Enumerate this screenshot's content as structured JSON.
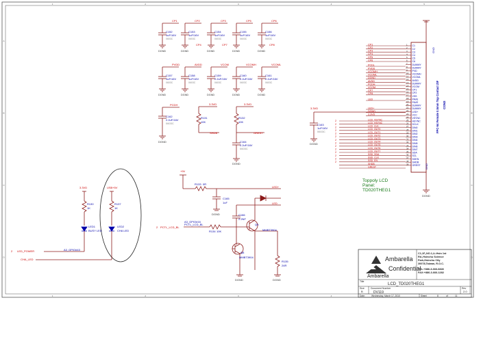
{
  "colors": {
    "wire": "#8b1a1a",
    "label": "#cc0000",
    "part": "#0000aa",
    "net": "#00008b",
    "text_green": "#1a7a1a",
    "frame": "#333333",
    "pin": "#222222"
  },
  "capacitors_row1": [
    {
      "ref": "C152",
      "val": "1uF/16V",
      "pkg": "0603C",
      "net": "CP1"
    },
    {
      "ref": "C153",
      "val": "1uF/16V",
      "pkg": "0603C",
      "net": "CP2"
    },
    {
      "ref": "C154",
      "val": "1uF/16V",
      "pkg": "0603C",
      "net": "CP3"
    },
    {
      "ref": "C155",
      "val": "1uF/16V",
      "pkg": "0603C",
      "net": "CP5"
    },
    {
      "ref": "C156",
      "val": "1uF/16V",
      "pkg": "0603C",
      "net": "CP6"
    }
  ],
  "row1_sub_nets": [
    "CP4",
    "CP7",
    "CP8"
  ],
  "capacitors_row2": [
    {
      "ref": "C157",
      "val": "1uF/16V",
      "pkg": "0603C",
      "net": "PVDD"
    },
    {
      "ref": "C158",
      "val": "1uF/16V",
      "pkg": "0603C",
      "net": "AVDD"
    },
    {
      "ref": "C159",
      "val": "2.2uF/16V",
      "pkg": "0603C",
      "net": "VCOM"
    },
    {
      "ref": "C160",
      "val": "2.2uF/16V",
      "pkg": "0603C",
      "net": "VCOMH"
    },
    {
      "ref": "C161",
      "val": "2.2uF/16V",
      "pkg": "0603C",
      "net": "VCOML"
    }
  ],
  "row3": {
    "c162": {
      "ref": "C162",
      "val": "2.2uF/16V",
      "pkg": "0603C",
      "net": "PCDH"
    },
    "r131": {
      "ref": "R131",
      "val": "10K",
      "pwr": "3.3VD",
      "net": "SHDB"
    },
    "r132": {
      "ref": "R132",
      "val": "10K",
      "pwr": "3.3VD",
      "net": "GREST"
    },
    "c164": {
      "ref": "C164",
      "val": "2.2uF/16V",
      "pkg": "0603C"
    }
  },
  "c163": {
    "ref": "C163",
    "val": "1uF/16V",
    "pkg": "0603C",
    "pwr": "3.3VD"
  },
  "ground_label": "DGND",
  "connector": {
    "side_label": "FPC-54 Female 0.5mm Top Contact ZIF",
    "ref": "CON3",
    "gnd_top": "GND",
    "gnd_bottom": "GND",
    "pins": [
      "C1",
      "C2",
      "C3",
      "C4",
      "C5",
      "C6",
      "DUMMY",
      "DUMMY",
      "PVD",
      "VCOMH",
      "VCOML",
      "AVDD",
      "DUMMY",
      "VCOM",
      "CP1",
      "CP2",
      "VSS",
      "PAVE",
      "PAVE",
      "DUMMY",
      "DUMMY",
      "LED+",
      "VCC",
      "VSYNC",
      "HSYNC",
      "DCLK",
      "DIN0",
      "DIN1",
      "DIN2",
      "DIN3",
      "DIN4",
      "DIN5",
      "DIN6",
      "DIN7",
      "SDA",
      "SCL",
      "SDEN",
      "SHDB",
      "GREST"
    ],
    "net_labels": [
      "CP1",
      "CP2",
      "CP3",
      "CP4",
      "CP5",
      "CP6",
      "PCDL",
      "PVDD",
      "VCOMH",
      "VCOML",
      "DGND",
      "AVDD",
      "PCDH",
      "VCOM",
      "CP7",
      "CP8",
      "LED",
      "LED+",
      "DGND",
      "3.3VD"
    ],
    "bus_labels": [
      "LCD_VSYNC",
      "LCD_HSYNC",
      "LCD_CLK",
      "LCD_OUT0",
      "LCD_OUT1",
      "LCD_OUT2",
      "LCD_OUT3",
      "LCD_OUT4",
      "LCD_OUT5",
      "LCD_OUT6",
      "LCD_OUT7",
      "SSD_SDA",
      "SSD_CLK",
      "SSD_EN",
      "SHDB",
      "GREST"
    ]
  },
  "panel_text": {
    "line1": "Toppoly LCD",
    "line2": "Panel:",
    "line3": "TD020THEG1"
  },
  "backlight": {
    "plus9v": "+9V",
    "r133": {
      "ref": "R133",
      "val": "0R"
    },
    "c165": {
      "ref": "C165",
      "val": "1uF"
    },
    "c166": {
      "ref": "C166",
      "val": "2.2NF"
    },
    "q9": {
      "ref": "Q9",
      "val": "MMBT3904"
    },
    "q8": {
      "ref": "Q8",
      "val": "MMBT3904"
    },
    "r134": {
      "ref": "R134",
      "val": "10K"
    },
    "r135": {
      "ref": "R135",
      "val": "24R"
    },
    "led_net": "LED+",
    "led2_net": "LED",
    "gpio_note": "A3_GPIO#16",
    "pctl_note": "PCTL_LCD_BL",
    "pctl_net": "PCTL_LCD_BL",
    "pctl_pin": "2"
  },
  "leds": {
    "pwr1": "3.3VD",
    "pwr2": "USB+5V",
    "r130": {
      "ref": "R130",
      "val": "1K"
    },
    "r137": {
      "ref": "R137",
      "val": "1K"
    },
    "led1": {
      "ref": "LED1",
      "val": "BUSY LED"
    },
    "led2": {
      "ref": "LED2",
      "val": "CHA LED"
    },
    "led_power_pin": "2",
    "led_power_net": "LED_POWER",
    "led_power_note": "A3_GPIO#43",
    "cha_net": "CHA_LED"
  },
  "title_block": {
    "company": "Ambarella",
    "logo_text": "Ambarella",
    "confidential": "Confidential",
    "addr1": "C1,1F,,NO.1,Li-Hsin 1st",
    "addr2": "Rd.,Hsinchu Science",
    "addr3": "Park,Hsinchu City",
    "addr4": "30078,Taiwan, R.O.C.",
    "tel": "TEL:+886-3-666-6828",
    "fax": "FAX:+886-3-666-1282",
    "title_label": "Title",
    "title": "LCD_TD020THEG1",
    "size_label": "Size",
    "size": "B",
    "docnum_label": "Document Number",
    "docnum": "DV119",
    "rev_label": "Rev",
    "rev": "2.0",
    "date_label": "Date:",
    "date": "Wednesday, March 17, 2010",
    "sheet_label": "Sheet",
    "sheet_of": "of",
    "sheet_num": "8",
    "sheet_total": "11"
  },
  "border_letters": [
    "A",
    "B",
    "C",
    "D"
  ],
  "border_numbers": [
    "1",
    "2",
    "3",
    "4",
    "5"
  ]
}
